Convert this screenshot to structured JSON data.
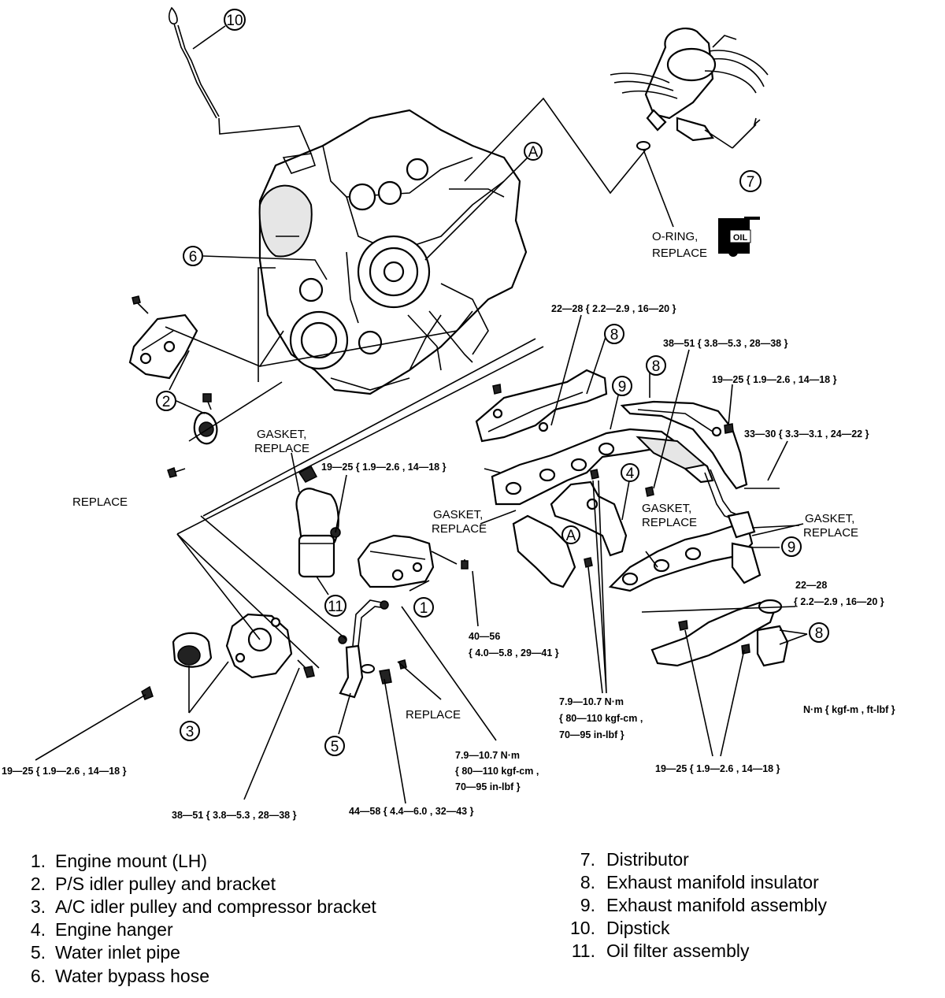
{
  "callouts": {
    "c1": "1",
    "c2": "2",
    "c3": "3",
    "c4": "4",
    "c5": "5",
    "c6": "6",
    "c7": "7",
    "c8a": "8",
    "c8b": "8",
    "c8c": "8",
    "c9a": "9",
    "c9b": "9",
    "c10": "10",
    "c11": "11",
    "ca1": "A",
    "ca2": "A",
    "oil_badge": "OIL"
  },
  "notes": {
    "oring_1": "O-RING,",
    "oring_2": "REPLACE",
    "gasket_a1": "GASKET,",
    "gasket_a2": "REPLACE",
    "replace_left": "REPLACE",
    "gasket_b1": "GASKET,",
    "gasket_b2": "REPLACE",
    "gasket_c1": "GASKET,",
    "gasket_c2": "REPLACE",
    "gasket_d1": "GASKET,",
    "gasket_d2": "REPLACE",
    "replace_bottom": "REPLACE",
    "units": "N·m { kgf-m , ft-lbf }"
  },
  "torques": {
    "t_22_28_top": "22—28 { 2.2—2.9 , 16—20 }",
    "t_38_51_right": "38—51 { 3.8—5.3 , 28—38 }",
    "t_19_25_right": "19—25 { 1.9—2.6 , 14—18 }",
    "t_33_30": "33—30 { 3.3—3.1 , 24—22 }",
    "t_19_25_mid": "19—25 { 1.9—2.6 , 14—18 }",
    "t_22_28_a": "22—28",
    "t_22_28_b": "{ 2.2—2.9 , 16—20 }",
    "t_40_56_a": "40—56",
    "t_40_56_b": "{ 4.0—5.8 , 29—41 }",
    "t_79_a1": "7.9—10.7 N·m",
    "t_79_a2": "{ 80—110 kgf-cm ,",
    "t_79_a3": "70—95 in-lbf }",
    "t_79_b1": "7.9—10.7 N·m",
    "t_79_b2": "{ 80—110 kgf-cm ,",
    "t_79_b3": "70—95 in-lbf }",
    "t_19_25_bottom_left": "19—25 { 1.9—2.6 , 14—18 }",
    "t_38_51_bottom": "38—51 { 3.8—5.3 , 28—38 }",
    "t_44_58": "44—58 { 4.4—6.0 , 32—43 }",
    "t_19_25_bottom_right": "19—25 { 1.9—2.6 , 14—18 }"
  },
  "legend_left": [
    {
      "num": "1.",
      "text": "Engine mount (LH)"
    },
    {
      "num": "2.",
      "text": "P/S idler pulley and bracket"
    },
    {
      "num": "3.",
      "text": "A/C idler pulley and compressor bracket"
    },
    {
      "num": "4.",
      "text": "Engine hanger"
    },
    {
      "num": "5.",
      "text": "Water inlet pipe"
    },
    {
      "num": "6.",
      "text": "Water bypass hose"
    }
  ],
  "legend_right": [
    {
      "num": "7.",
      "text": "Distributor"
    },
    {
      "num": "8.",
      "text": "Exhaust manifold insulator"
    },
    {
      "num": "9.",
      "text": "Exhaust manifold assembly"
    },
    {
      "num": "10.",
      "text": "Dipstick"
    },
    {
      "num": "11.",
      "text": "Oil filter assembly"
    }
  ]
}
